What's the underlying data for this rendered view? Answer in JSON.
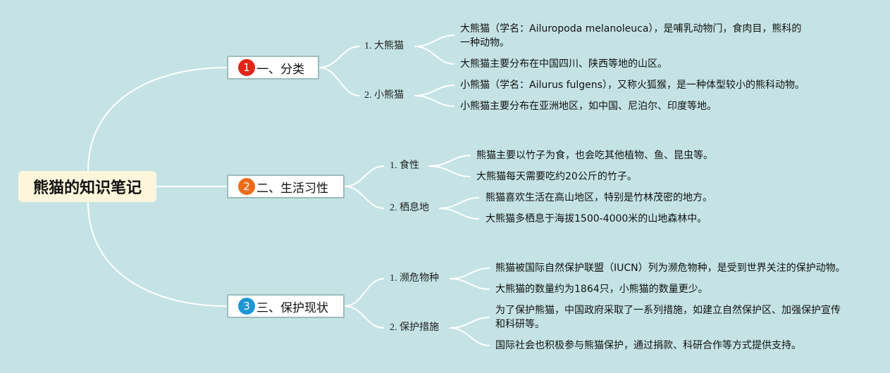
{
  "title": "熊猫的知识笔记",
  "colors": {
    "background": "#c5e3e5",
    "root_fill": "#fdf6dc",
    "connector": "#ffffff",
    "badge_1": "#e0251b",
    "badge_2": "#ec6b1a",
    "badge_3": "#1e96d4"
  },
  "branches": [
    {
      "number": "1",
      "label": "一、分类",
      "children": [
        {
          "label": "1. 大熊猫",
          "leaves": [
            "大熊猫（学名：Ailuropoda melanoleuca），是哺乳动物门，食肉目，熊科的一种动物。",
            "大熊猫主要分布在中国四川、陕西等地的山区。"
          ]
        },
        {
          "label": "2. 小熊猫",
          "leaves": [
            "小熊猫（学名：Ailurus fulgens），又称火狐猴，是一种体型较小的熊科动物。",
            "小熊猫主要分布在亚洲地区，如中国、尼泊尔、印度等地。"
          ]
        }
      ]
    },
    {
      "number": "2",
      "label": "二、生活习性",
      "children": [
        {
          "label": "1. 食性",
          "leaves": [
            "熊猫主要以竹子为食，也会吃其他植物、鱼、昆虫等。",
            "大熊猫每天需要吃约20公斤的竹子。"
          ]
        },
        {
          "label": "2. 栖息地",
          "leaves": [
            "熊猫喜欢生活在高山地区，特别是竹林茂密的地方。",
            "大熊猫多栖息于海拔1500-4000米的山地森林中。"
          ]
        }
      ]
    },
    {
      "number": "3",
      "label": "三、保护现状",
      "children": [
        {
          "label": "1. 濒危物种",
          "leaves": [
            "熊猫被国际自然保护联盟（IUCN）列为濒危物种，是受到世界关注的保护动物。",
            "大熊猫的数量约为1864只，小熊猫的数量更少。"
          ]
        },
        {
          "label": "2. 保护措施",
          "leaves": [
            "为了保护熊猫，中国政府采取了一系列措施，如建立自然保护区、加强保护宣传和科研等。",
            "国际社会也积极参与熊猫保护，通过捐款、科研合作等方式提供支持。"
          ]
        }
      ]
    }
  ]
}
